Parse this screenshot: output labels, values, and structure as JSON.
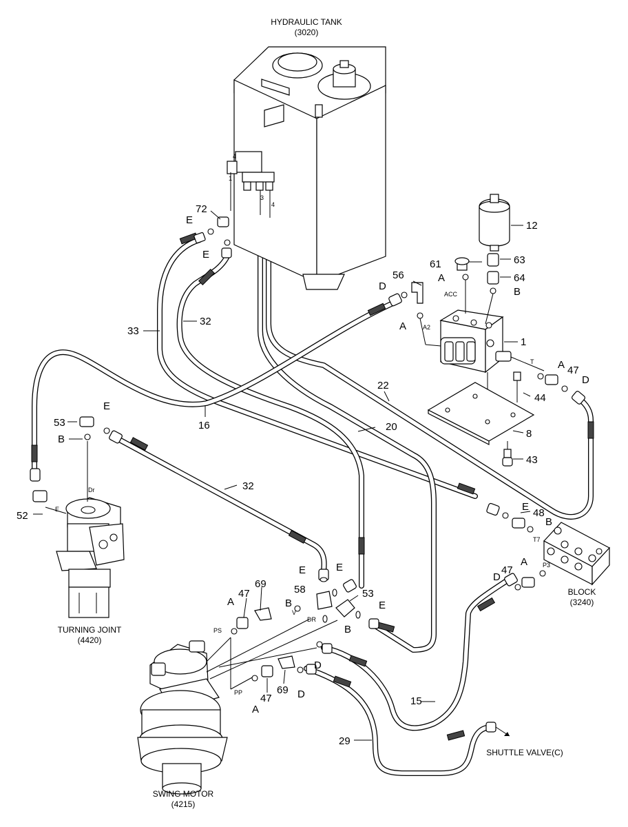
{
  "components": {
    "hydraulic_tank": {
      "name": "HYDRAULIC TANK",
      "code": "(3020)"
    },
    "turning_joint": {
      "name": "TURNING JOINT",
      "code": "(4420)"
    },
    "swing_motor": {
      "name": "SWING MOTOR",
      "code": "(4215)"
    },
    "block": {
      "name": "BLOCK",
      "code": "(3240)"
    },
    "shuttle_valve": {
      "name": "SHUTTLE VALVE(C)"
    }
  },
  "callouts": {
    "p72": "72",
    "p12": "12",
    "p61": "61",
    "p63": "63",
    "p64": "64",
    "p56": "56",
    "p1": "1",
    "p33": "33",
    "p32a": "32",
    "p32b": "32",
    "p22": "22",
    "p20": "20",
    "p16": "16",
    "p47a": "47",
    "p47b": "47",
    "p47c": "47",
    "p44": "44",
    "p8": "8",
    "p43": "43",
    "p53a": "53",
    "p53b": "53",
    "p52": "52",
    "p48": "48",
    "p58": "58",
    "p69a": "69",
    "p69b": "69",
    "p15": "15",
    "p29": "29",
    "E1": "E",
    "E2": "E",
    "E3": "E",
    "E4": "E",
    "E5": "E",
    "E6": "E",
    "E7": "E",
    "A1": "A",
    "A2": "A",
    "A3": "A",
    "A4": "A",
    "A5": "A",
    "A6": "A",
    "B1": "B",
    "B2": "B",
    "B3": "B",
    "B4": "B",
    "B5": "B",
    "D1": "D",
    "D2": "D",
    "D3": "D",
    "D4": "D",
    "D5": "D"
  },
  "ports": {
    "acc": "ACC",
    "a2": "A2",
    "t": "T",
    "t7": "T7",
    "p3": "P3",
    "dr_tj": "Dr",
    "e_tj": "E",
    "ps": "PS",
    "pp": "PP",
    "v": "V",
    "dr_sm": "DR",
    "tank1": "1",
    "tank3": "3",
    "tank4": "4",
    "tank_top": "4"
  }
}
